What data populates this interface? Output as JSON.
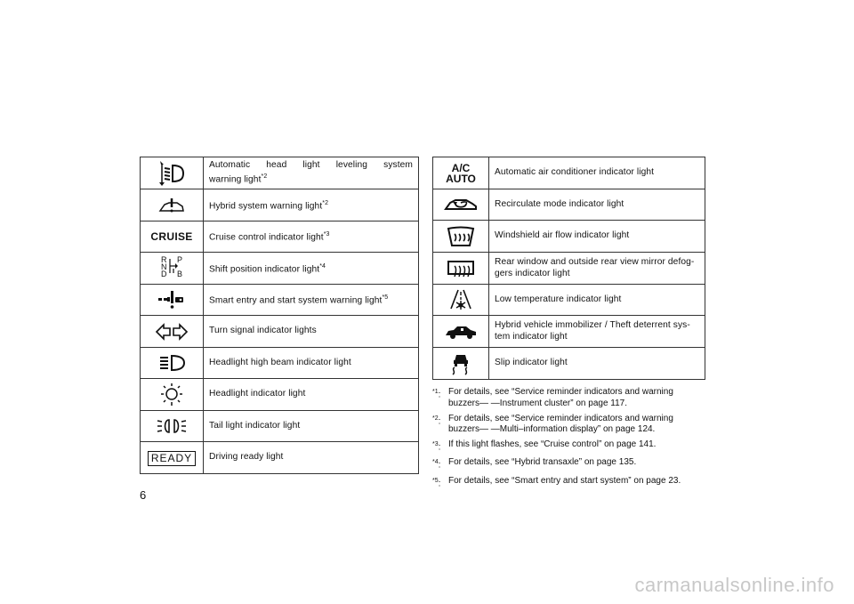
{
  "left_rows": [
    {
      "icon": "headlight-leveling-icon",
      "label": "Automatic head light leveling system warning light",
      "mark": "*2"
    },
    {
      "icon": "hybrid-system-warning-icon",
      "label": "Hybrid system warning light",
      "mark": "*2"
    },
    {
      "icon_text": "CRUISE",
      "label": "Cruise control indicator light",
      "mark": "*3"
    },
    {
      "icon": "shift-position-icon",
      "icon_letters": [
        "R",
        "P",
        "N",
        "D",
        "B"
      ],
      "label": "Shift position indicator light",
      "mark": "*4"
    },
    {
      "icon": "smart-key-icon",
      "label": "Smart entry and start system warning light",
      "mark": "*5"
    },
    {
      "icon": "turn-signal-icon",
      "label": "Turn signal indicator lights",
      "mark": ""
    },
    {
      "icon": "high-beam-icon",
      "label": "Headlight high beam indicator light",
      "mark": ""
    },
    {
      "icon": "headlight-indicator-icon",
      "label": "Headlight indicator light",
      "mark": ""
    },
    {
      "icon": "tail-light-icon",
      "label": "Tail light indicator light",
      "mark": ""
    },
    {
      "icon_text": "READY",
      "label": "Driving ready light",
      "mark": ""
    }
  ],
  "right_rows": [
    {
      "icon_text": "A/C",
      "icon_text2": "AUTO",
      "label": "Automatic air conditioner indicator light"
    },
    {
      "icon": "recirculate-icon",
      "label": "Recirculate mode indicator light"
    },
    {
      "icon": "windshield-airflow-icon",
      "label": "Windshield air flow indicator light"
    },
    {
      "icon": "rear-defogger-icon",
      "label": "Rear window and outside rear view mirror defog-",
      "label2": "gers indicator light"
    },
    {
      "icon": "low-temperature-icon",
      "label": "Low temperature indicator light"
    },
    {
      "icon": "immobilizer-icon",
      "label": "Hybrid vehicle immobilizer / Theft deterrent sys-",
      "label2": "tem indicator light"
    },
    {
      "icon": "slip-indicator-icon",
      "label": "Slip indicator light"
    }
  ],
  "footnotes": [
    {
      "mark": "*1",
      "line1": "For details, see “Service reminder indicators and warning",
      "line2": "buzzers— —Instrument cluster” on page 117."
    },
    {
      "mark": "*2",
      "line1": "For details, see “Service reminder indicators and warning",
      "line2": "buzzers— —Multi–information display” on page 124."
    },
    {
      "mark": "*3",
      "line1": "If this light flashes, see “Cruise control” on page 141.",
      "line2": ""
    },
    {
      "mark": "*4",
      "line1": "For details, see “Hybrid transaxle” on page 135.",
      "line2": ""
    },
    {
      "mark": "*5",
      "line1": "For details, see “Smart entry and start system” on page 23.",
      "line2": ""
    }
  ],
  "page_number": "6",
  "watermark": "carmanualsonline.info"
}
